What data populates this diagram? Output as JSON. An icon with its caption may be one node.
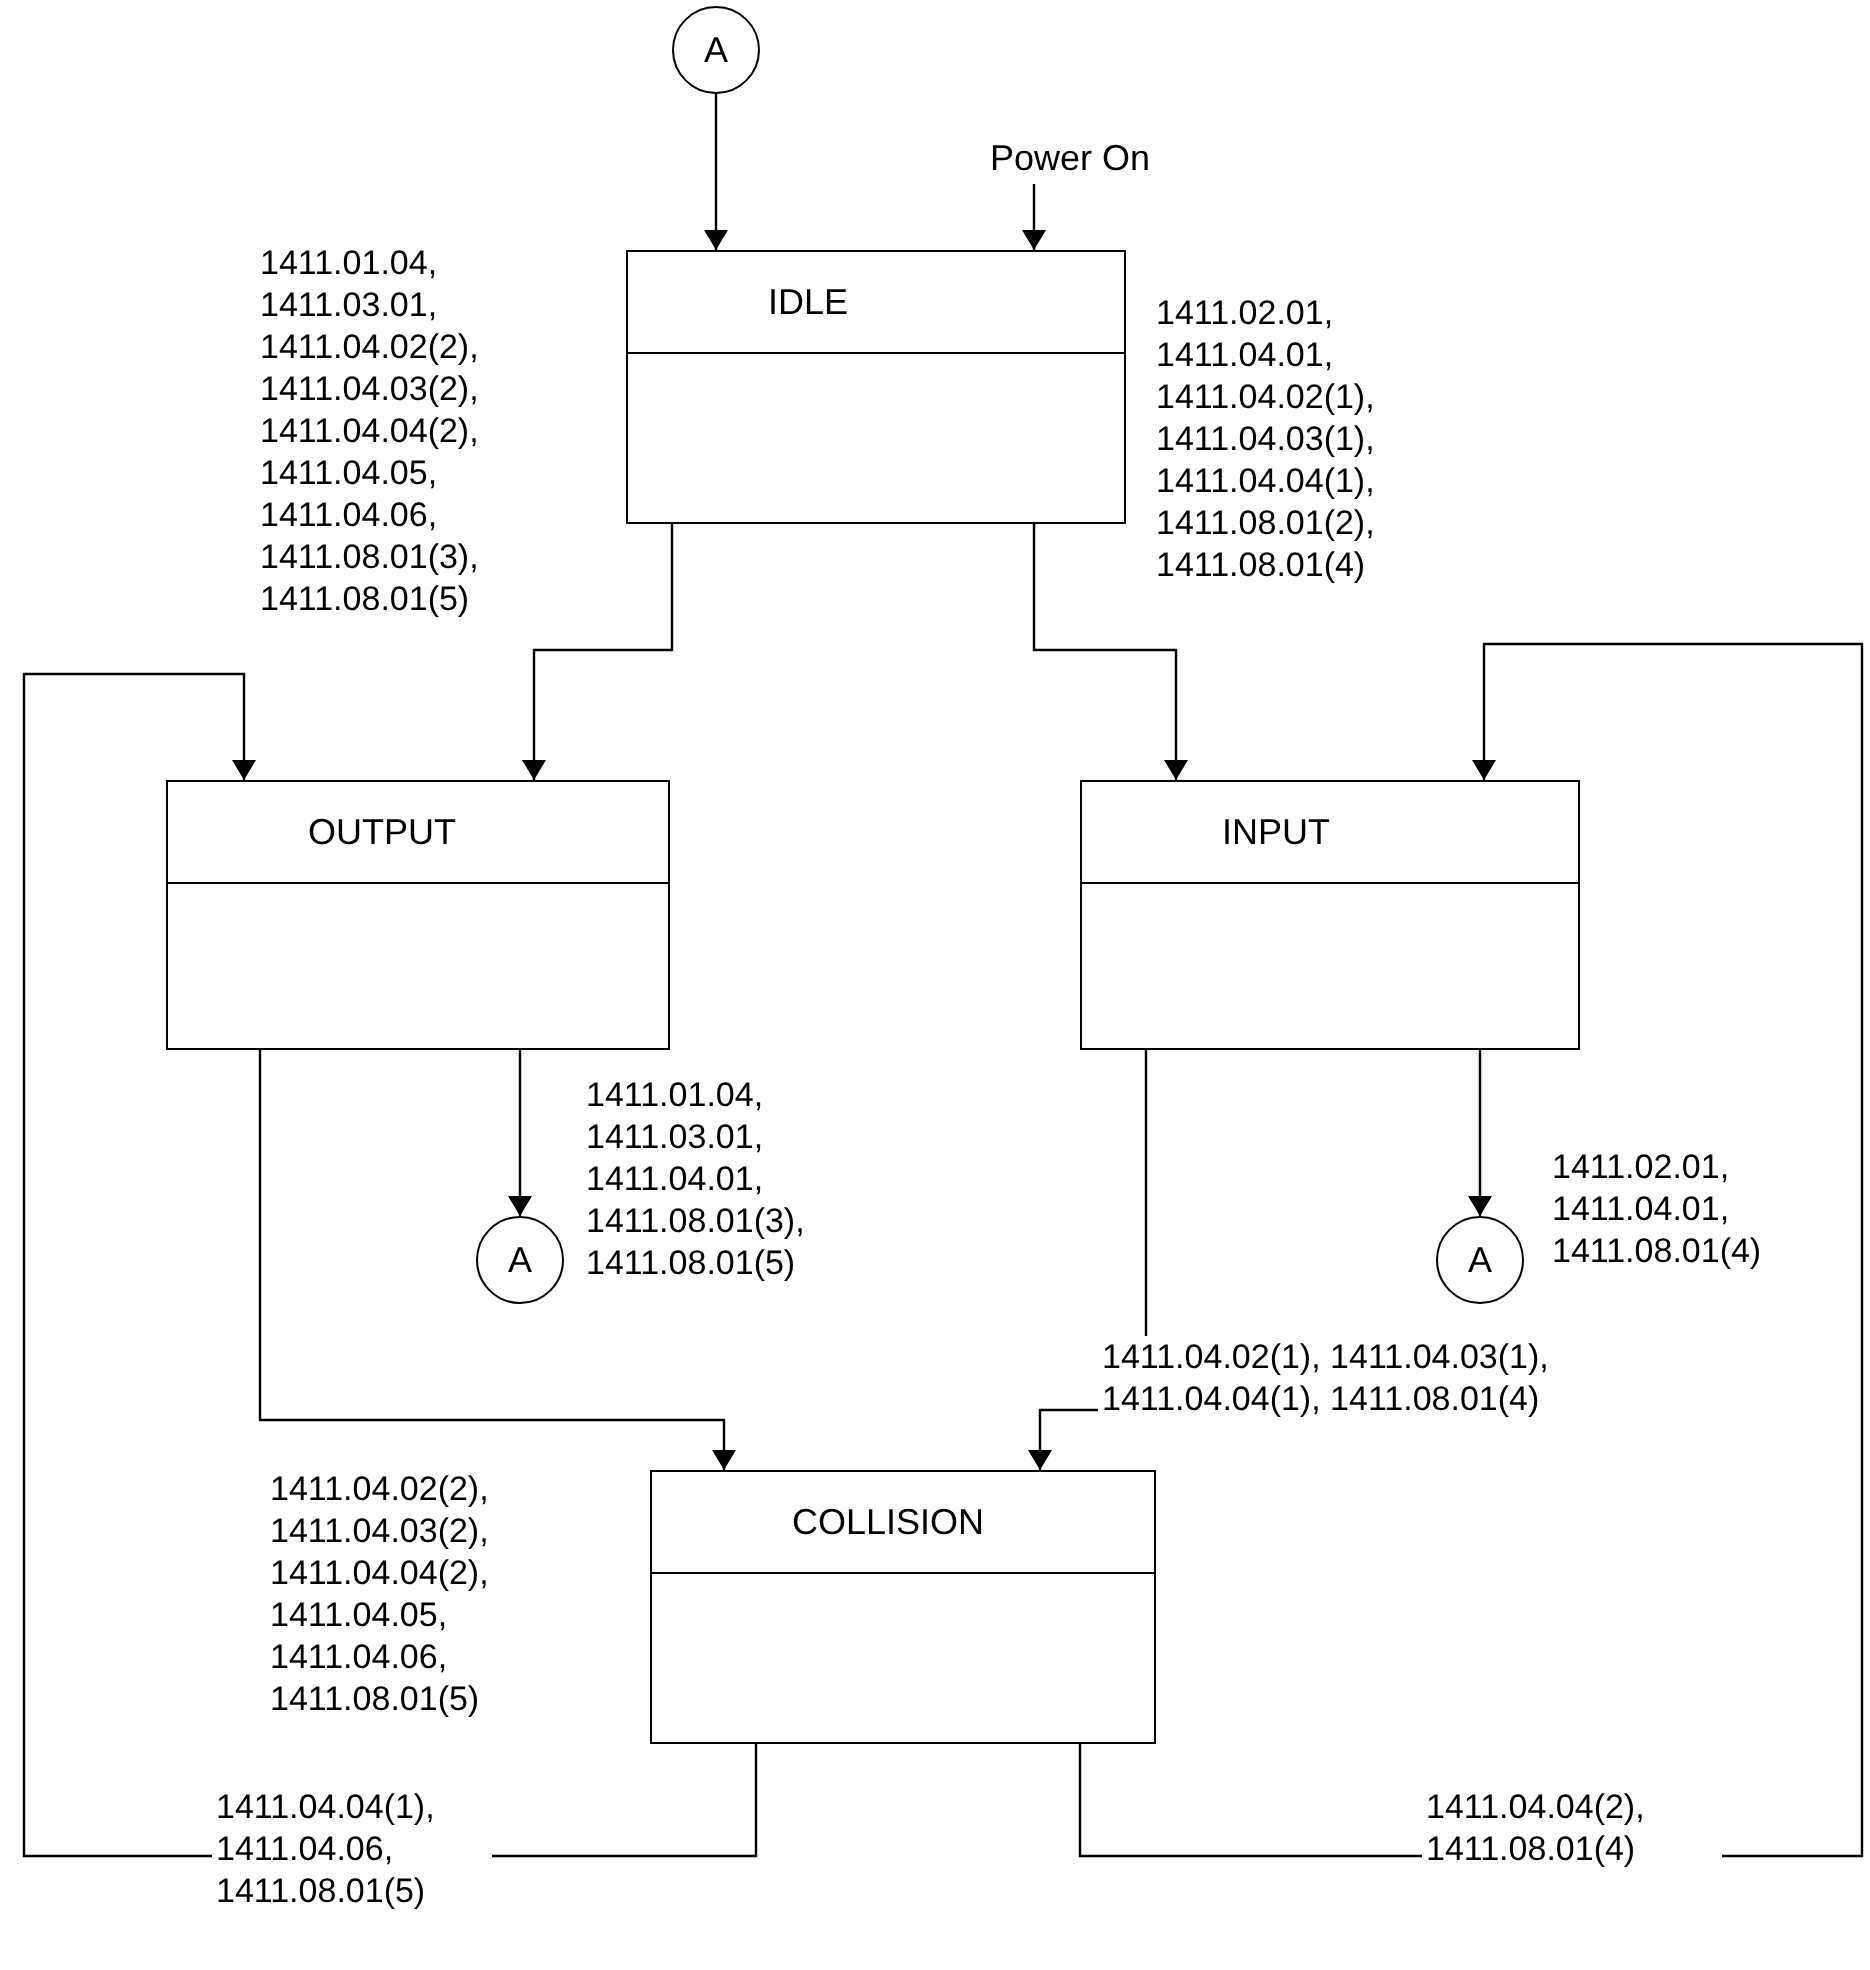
{
  "diagram": {
    "nodes": [
      {
        "text": [
          "A"
        ]
      },
      {
        "text": [
          "Power On"
        ]
      },
      {
        "text": [
          "IDLE"
        ]
      },
      {
        "text": [
          "OUTPUT"
        ]
      },
      {
        "text": [
          "INPUT"
        ]
      },
      {
        "text": [
          "A"
        ]
      },
      {
        "text": [
          "A"
        ]
      },
      {
        "text": [
          "COLLISION"
        ]
      }
    ],
    "edges": [
      {
        "from": 0,
        "to": 2,
        "arrow": "to"
      },
      {
        "from": 1,
        "to": 2,
        "arrow": "to"
      },
      {
        "from": 2,
        "to": 3,
        "arrow": "to",
        "label": "1411.01.04, 1411.03.01, 1411.04.02(2), 1411.04.03(2), 1411.04.04(2), 1411.04.05, 1411.04.06, 1411.08.01(3), 1411.08.01(5)"
      },
      {
        "from": 2,
        "to": 4,
        "arrow": "to",
        "label": "1411.02.01, 1411.04.01, 1411.04.02(1), 1411.04.03(1), 1411.04.04(1), 1411.08.01(2), 1411.08.01(4)"
      },
      {
        "from": 3,
        "to": 5,
        "arrow": "to",
        "label": "1411.01.04, 1411.03.01, 1411.04.01, 1411.08.01(3), 1411.08.01(5)"
      },
      {
        "from": 4,
        "to": 6,
        "arrow": "to",
        "label": "1411.02.01, 1411.04.01, 1411.08.01(4)"
      },
      {
        "from": 3,
        "to": 7,
        "arrow": "to",
        "label": "1411.04.02(2), 1411.04.03(2), 1411.04.04(2), 1411.04.05, 1411.04.06, 1411.08.01(5)"
      },
      {
        "from": 4,
        "to": 7,
        "arrow": "to",
        "label": "1411.04.02(1), 1411.04.03(1), 1411.04.04(1), 1411.08.01(4)"
      },
      {
        "from": 7,
        "to": 3,
        "arrow": "to",
        "label": "1411.04.04(1), 1411.04.06, 1411.08.01(5)"
      },
      {
        "from": 7,
        "to": 4,
        "arrow": "to",
        "label": "1411.04.04(2), 1411.08.01(4)"
      }
    ]
  }
}
